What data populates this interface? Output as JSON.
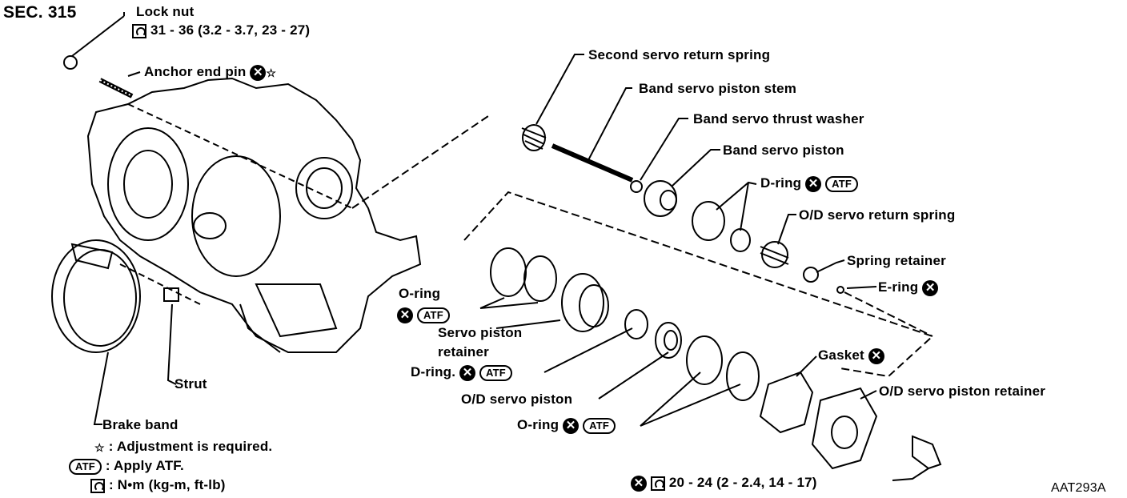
{
  "section": "SEC. 315",
  "figure_code": "AAT293A",
  "lock_nut": {
    "label": "Lock nut",
    "torque": "31 - 36 (3.2 - 3.7, 23 - 27)"
  },
  "bolt_torque": "20 - 24 (2 - 2.4, 14 - 17)",
  "symbols": {
    "x": "✕",
    "atf": "ATF",
    "star": "☆"
  },
  "labels": {
    "anchor_end_pin": "Anchor end pin",
    "second_servo_return_spring": "Second servo return spring",
    "band_servo_piston_stem": "Band servo piston stem",
    "band_servo_thrust_washer": "Band servo thrust washer",
    "band_servo_piston": "Band servo piston",
    "d_ring_upper": "D-ring",
    "od_servo_return_spring": "O/D servo return spring",
    "spring_retainer": "Spring retainer",
    "e_ring": "E-ring",
    "o_ring_left": "O-ring",
    "servo_piston_retainer_1": "Servo piston",
    "servo_piston_retainer_2": "retainer",
    "d_ring_lower": "D-ring.",
    "od_servo_piston": "O/D servo piston",
    "o_ring_lower": "O-ring",
    "gasket": "Gasket",
    "od_servo_piston_retainer": "O/D servo piston retainer",
    "strut": "Strut",
    "brake_band": "Brake band"
  },
  "legend": {
    "adjustment": ": Adjustment is required.",
    "apply_atf": ": Apply ATF.",
    "torque_units": ": N•m (kg-m, ft-lb)"
  }
}
